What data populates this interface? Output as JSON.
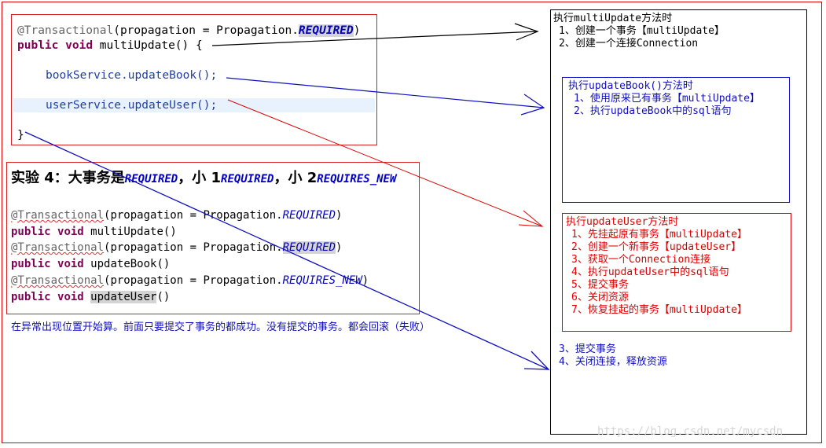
{
  "code_top": {
    "line1": {
      "annotation": "@Transactional",
      "mid": "(propagation = Propagation.",
      "value": "REQUIRED",
      "end": ")"
    },
    "line2": {
      "kw1": "public",
      "kw2": "void",
      "rest": "multiUpdate() {"
    },
    "line3": "bookService.updateBook();",
    "line4": "userService.updateUser();",
    "line5": "}"
  },
  "experiment": {
    "title_prefix": "实验 4：大事务是",
    "title_v1": "REQUIRED",
    "title_mid1": "，小 1",
    "title_v2": "REQUIRED",
    "title_mid2": "，小 2",
    "title_v3": "REQUIRES_NEW",
    "rows": [
      {
        "type": "ann",
        "annotation": "@Transactional",
        "mid": "(propagation = Propagation.",
        "value": "REQUIRED",
        "end": ")"
      },
      {
        "type": "method",
        "kw1": "public",
        "kw2": "void",
        "name": "multiUpdate",
        "end": "()"
      },
      {
        "type": "ann",
        "annotation": "@Transactional",
        "mid": "(propagation = Propagation.",
        "value": "REQUIRED",
        "end": ")"
      },
      {
        "type": "method",
        "kw1": "public",
        "kw2": "void",
        "name": "updateBook",
        "end": "()"
      },
      {
        "type": "ann",
        "annotation": "@Transactional",
        "mid": "(propagation = Propagation.",
        "value": "REQUIRES_NEW",
        "end": ")"
      },
      {
        "type": "method",
        "kw1": "public",
        "kw2": "void",
        "name": "updateUser",
        "end": "()"
      }
    ]
  },
  "note": "在异常出现位置开始算。前面只要提交了事务的都成功。没有提交的事务。都会回滚（失败）",
  "right": {
    "multi_title": "执行multiUpdate方法时",
    "multi_steps": [
      "1、创建一个事务【multiUpdate】",
      "2、创建一个连接Connection"
    ],
    "book_title": "执行updateBook()方法时",
    "book_steps": [
      "1、使用原来已有事务【multiUpdate】",
      "2、执行updateBook中的sql语句"
    ],
    "user_title": "执行updateUser方法时",
    "user_steps": [
      "1、先挂起原有事务【multiUpdate】",
      "2、创建一个新事务【updateUser】",
      "3、获取一个Connection连接",
      "4、执行updateUser中的sql语句",
      "5、提交事务",
      "6、关闭资源",
      "7、恢复挂起的事务【multiUpdate】"
    ],
    "final_steps": [
      "3、提交事务",
      "4、关闭连接，释放资源"
    ]
  },
  "watermark": "https://blog.csdn.net/mycsdn",
  "colors": {
    "red": "#e00000",
    "blue": "#1010c0",
    "keyword": "#7f0055",
    "constant": "#0000c0"
  }
}
